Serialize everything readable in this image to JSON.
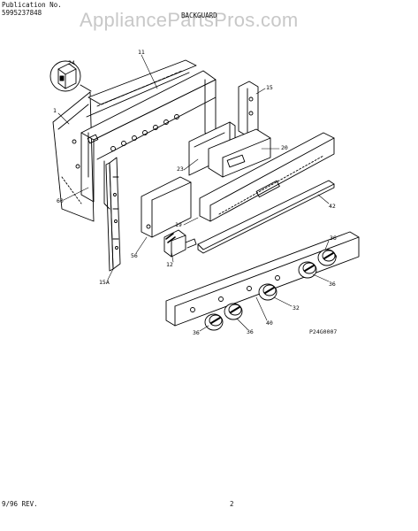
{
  "watermark": "AppliancePartsPros.com",
  "header": {
    "pub_label": "Publication No.",
    "pub_number": "5995237848",
    "section_title": "BACKGUARD"
  },
  "figure_code": "P24G0007",
  "footer": {
    "revision": "9/96 REV.",
    "page_number": "2"
  },
  "callouts": {
    "c24": "24",
    "c11": "11",
    "c1": "1",
    "c15": "15",
    "c20": "20",
    "c23": "23",
    "c60": "60",
    "c42": "42",
    "c19": "19",
    "c56": "56",
    "c12": "12",
    "c15a": "15A",
    "c36a": "36",
    "c36b": "36",
    "c32": "32",
    "c40": "40",
    "c36c": "36",
    "c36d": "36"
  }
}
